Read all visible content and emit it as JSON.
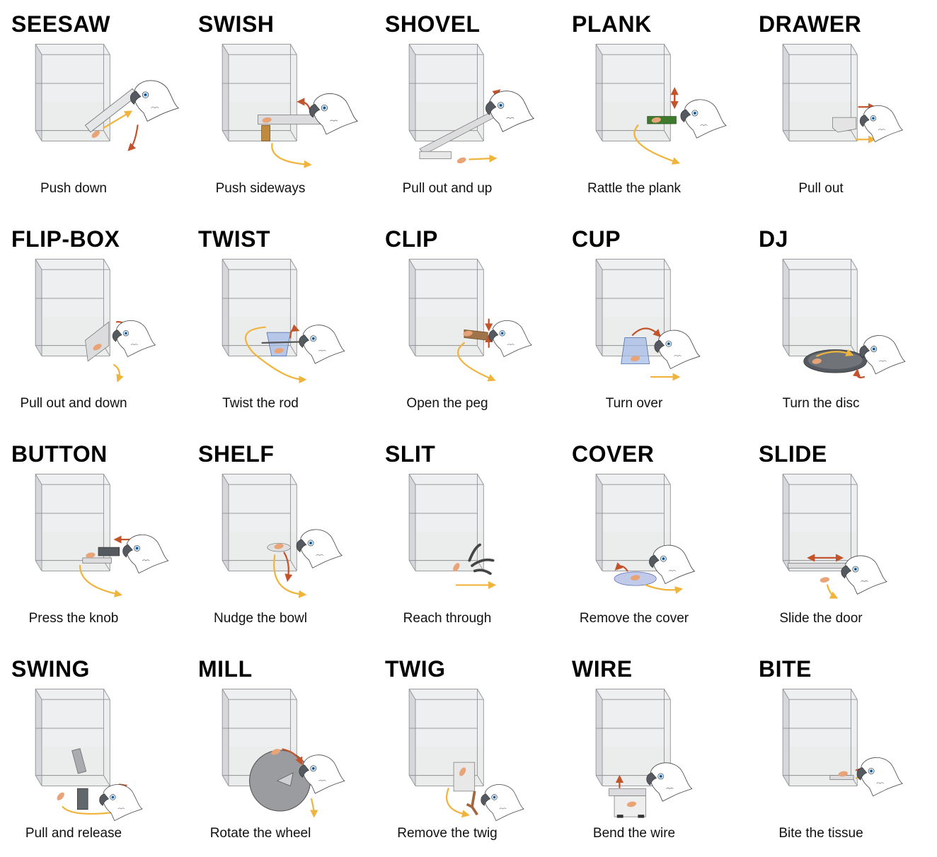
{
  "colors": {
    "box_fill": "#cfd0d3",
    "box_edge": "#8f9194",
    "arrow_orange": "#f0b43c",
    "arrow_rust": "#c2532a",
    "food": "#e8a477",
    "bird_white": "#ffffff",
    "bird_dark": "#555a60",
    "eye_blue": "#3b8fd6"
  },
  "tasks": [
    {
      "name": "SEESAW",
      "action": "Push down",
      "icon": "seesaw-apparatus"
    },
    {
      "name": "SWISH",
      "action": "Push sideways",
      "icon": "swish-apparatus"
    },
    {
      "name": "SHOVEL",
      "action": "Pull out and up",
      "icon": "shovel-apparatus"
    },
    {
      "name": "PLANK",
      "action": "Rattle the plank",
      "icon": "plank-apparatus"
    },
    {
      "name": "DRAWER",
      "action": "Pull out",
      "icon": "drawer-apparatus"
    },
    {
      "name": "FLIP-BOX",
      "action": "Pull out and down",
      "icon": "flip-box-apparatus"
    },
    {
      "name": "TWIST",
      "action": "Twist the rod",
      "icon": "twist-apparatus"
    },
    {
      "name": "CLIP",
      "action": "Open the peg",
      "icon": "clip-apparatus"
    },
    {
      "name": "CUP",
      "action": "Turn over",
      "icon": "cup-apparatus"
    },
    {
      "name": "DJ",
      "action": "Turn the disc",
      "icon": "dj-apparatus"
    },
    {
      "name": "BUTTON",
      "action": "Press the knob",
      "icon": "button-apparatus"
    },
    {
      "name": "SHELF",
      "action": "Nudge the bowl",
      "icon": "shelf-apparatus"
    },
    {
      "name": "SLIT",
      "action": "Reach through",
      "icon": "slit-apparatus"
    },
    {
      "name": "COVER",
      "action": "Remove the cover",
      "icon": "cover-apparatus"
    },
    {
      "name": "SLIDE",
      "action": "Slide the door",
      "icon": "slide-apparatus"
    },
    {
      "name": "SWING",
      "action": "Pull and release",
      "icon": "swing-apparatus"
    },
    {
      "name": "MILL",
      "action": "Rotate the wheel",
      "icon": "mill-apparatus"
    },
    {
      "name": "TWIG",
      "action": "Remove the twig",
      "icon": "twig-apparatus"
    },
    {
      "name": "WIRE",
      "action": "Bend the wire",
      "icon": "wire-apparatus"
    },
    {
      "name": "BITE",
      "action": "Bite the tissue",
      "icon": "bite-apparatus"
    }
  ]
}
